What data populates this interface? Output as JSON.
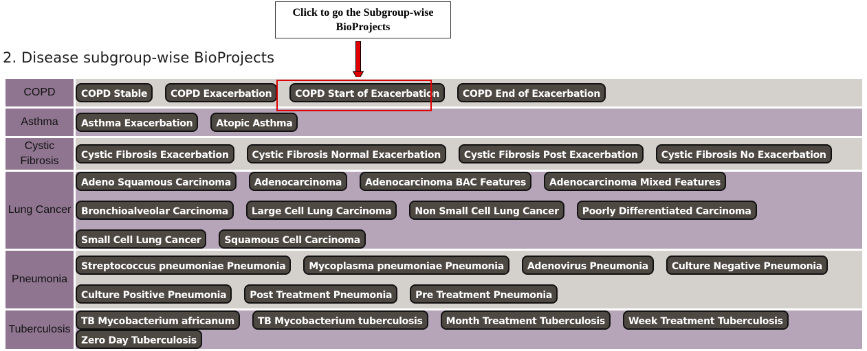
{
  "callout": {
    "text": "Click to go the Subgroup-wise BioProjects"
  },
  "section_title": "2. Disease subgroup-wise BioProjects",
  "groups": [
    {
      "label": "COPD",
      "items": [
        "COPD Stable",
        "COPD Exacerbation",
        "COPD Start of Exacerbation",
        "COPD End of Exacerbation"
      ]
    },
    {
      "label": "Asthma",
      "items": [
        "Asthma Exacerbation",
        "Atopic Asthma"
      ]
    },
    {
      "label": "Cystic Fibrosis",
      "items": [
        "Cystic Fibrosis Exacerbation",
        "Cystic Fibrosis Normal Exacerbation",
        "Cystic Fibrosis Post Exacerbation",
        "Cystic Fibrosis No Exacerbation"
      ]
    },
    {
      "label": "Lung Cancer",
      "items": [
        "Adeno Squamous Carcinoma",
        "Adenocarcinoma",
        "Adenocarcinoma BAC Features",
        "Adenocarcinoma Mixed Features",
        "Bronchioalveolar Carcinoma",
        "Large Cell Lung Carcinoma",
        "Non Small Cell Lung Cancer",
        "Poorly Differentiated Carcinoma",
        "Small Cell Lung Cancer",
        "Squamous Cell Carcinoma"
      ]
    },
    {
      "label": "Pneumonia",
      "items": [
        "Streptococcus pneumoniae Pneumonia",
        "Mycoplasma pneumoniae Pneumonia",
        "Adenovirus Pneumonia",
        "Culture Negative Pneumonia",
        "Culture Positive Pneumonia",
        "Post Treatment Pneumonia",
        "Pre Treatment Pneumonia"
      ]
    },
    {
      "label": "Tuberculosis",
      "items": [
        "TB Mycobacterium africanum",
        "TB Mycobacterium tuberculosis",
        "Month Treatment Tuberculosis",
        "Week Treatment Tuberculosis",
        "Zero Day Tuberculosis"
      ]
    }
  ],
  "colors": {
    "label_cell": "#8f7590",
    "row_light": "#d4d0cb",
    "row_purple": "#b6a5b8",
    "chip_bg": "#4e4843",
    "highlight": "#e00000"
  }
}
